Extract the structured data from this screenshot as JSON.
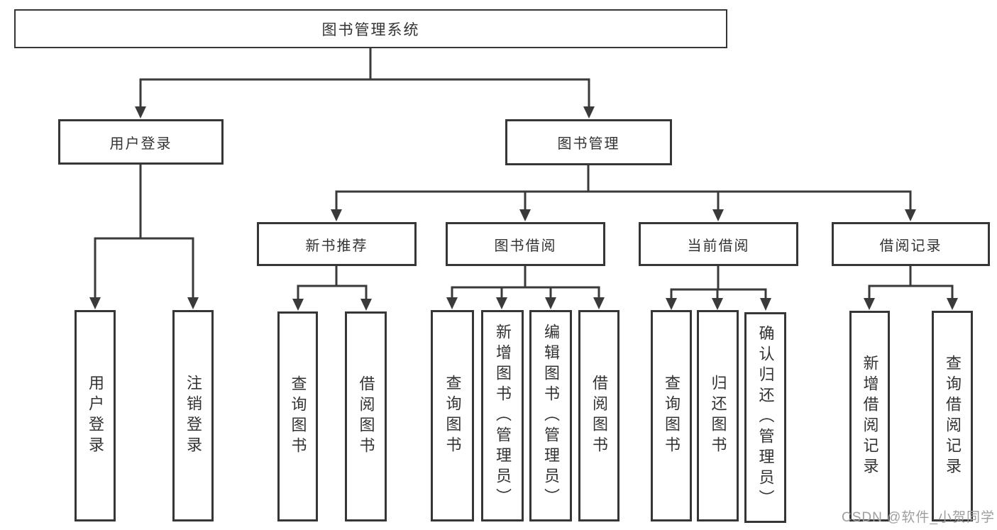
{
  "diagram": {
    "root": "图书管理系统",
    "branches": [
      {
        "label": "用户登录",
        "leaves": [
          "用户登录",
          "注销登录"
        ]
      },
      {
        "label": "图书管理",
        "children": [
          {
            "label": "新书推荐",
            "leaves": [
              "查询图书",
              "借阅图书"
            ]
          },
          {
            "label": "图书借阅",
            "leaves": [
              "查询图书",
              "新增图书（管理员）",
              "编辑图书（管理员）",
              "借阅图书"
            ]
          },
          {
            "label": "当前借阅",
            "leaves": [
              "查询图书",
              "归还图书",
              "确认归还（管理员）"
            ]
          },
          {
            "label": "借阅记录",
            "leaves": [
              "新增借阅记录",
              "查询借阅记录"
            ]
          }
        ]
      }
    ]
  },
  "watermark": {
    "text": "CSDN @软件_小贺同学"
  },
  "colors": {
    "line": "#3a3a3a",
    "border": "#363636",
    "text": "#333333",
    "watermark": "#9e9e9e",
    "background": "#ffffff"
  }
}
